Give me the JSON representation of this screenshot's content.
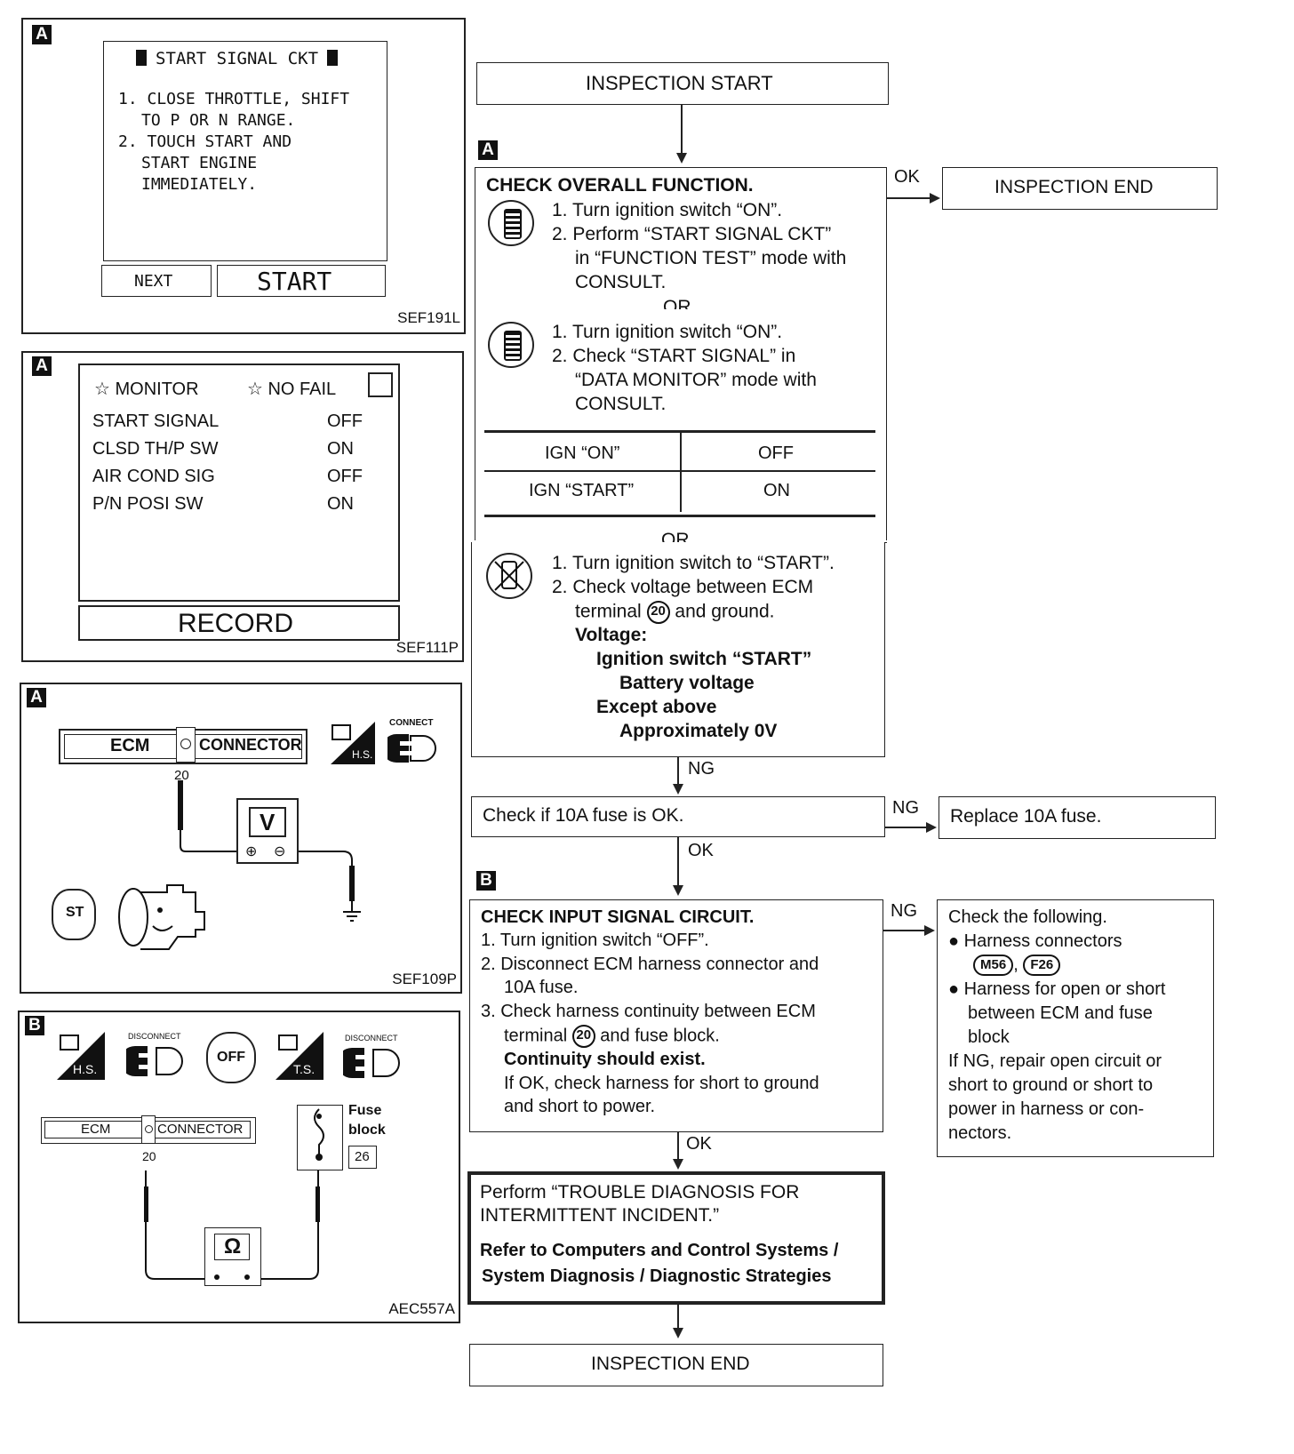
{
  "left_panels": {
    "p1": {
      "tag": "A",
      "screen_title": "START SIGNAL CKT",
      "steps": [
        "1.  CLOSE THROTTLE, SHIFT",
        "TO P OR N RANGE.",
        "2.  TOUCH START AND",
        "START ENGINE",
        "IMMEDIATELY."
      ],
      "btn_next": "NEXT",
      "btn_start": "START",
      "ref": "SEF191L"
    },
    "p2": {
      "tag": "A",
      "hdr_monitor": "☆ MONITOR",
      "hdr_nofail": "☆ NO  FAIL",
      "rows": [
        {
          "name": "START SIGNAL",
          "value": "OFF"
        },
        {
          "name": "CLSD TH/P SW",
          "value": "ON"
        },
        {
          "name": "AIR COND SIG",
          "value": "OFF"
        },
        {
          "name": "P/N POSI SW",
          "value": "ON"
        }
      ],
      "btn_record": "RECORD",
      "ref": "SEF111P"
    },
    "p3": {
      "tag": "A",
      "ecm": "ECM",
      "connector": "CONNECTOR",
      "pin": "20",
      "hs": "H.S.",
      "connect": "CONNECT",
      "meter": "V",
      "st": "ST",
      "ref": "SEF109P"
    },
    "p4": {
      "tag": "B",
      "hs": "H.S.",
      "disconnect1": "DISCONNECT",
      "off": "OFF",
      "ts": "T.S.",
      "disconnect2": "DISCONNECT",
      "ecm": "ECM",
      "connector": "CONNECTOR",
      "pin": "20",
      "fuse_line1": "Fuse",
      "fuse_line2": "block",
      "fuse_num": "26",
      "meter": "Ω",
      "ref": "AEC557A"
    }
  },
  "flow": {
    "start": "INSPECTION START",
    "tag_a": "A",
    "tag_b": "B",
    "ok1": "OK",
    "end1": "INSPECTION END",
    "check_title": "CHECK OVERALL FUNCTION.",
    "m1": [
      "1. Turn ignition switch “ON”.",
      "2. Perform “START SIGNAL CKT”",
      "in “FUNCTION TEST” mode with",
      "CONSULT."
    ],
    "or1": "OR",
    "m2": [
      "1. Turn ignition switch “ON”.",
      "2. Check “START SIGNAL” in",
      "“DATA MONITOR” mode with",
      "CONSULT."
    ],
    "table": [
      {
        "cond": "IGN “ON”",
        "val": "OFF"
      },
      {
        "cond": "IGN “START”",
        "val": "ON"
      }
    ],
    "or2": "OR",
    "m3_l1": "1. Turn ignition switch to “START”.",
    "m3_l2": "2. Check voltage between ECM",
    "m3_l3a": "terminal",
    "m3_l3_pin": "20",
    "m3_l3b": "and ground.",
    "m3_voltage": "Voltage:",
    "m3_ign": "Ignition switch “START”",
    "m3_batt": "Battery voltage",
    "m3_except": "Except above",
    "m3_approx": "Approximately 0V",
    "ng1": "NG",
    "fuse_check": "Check if 10A fuse is OK.",
    "ng2": "NG",
    "replace": "Replace 10A fuse.",
    "ok2": "OK",
    "input_title": "CHECK INPUT SIGNAL CIRCUIT.",
    "in1": "1. Turn ignition switch “OFF”.",
    "in2a": "2. Disconnect ECM harness connector and",
    "in2b": "10A fuse.",
    "in3a": "3. Check harness continuity between ECM",
    "in3b_a": "terminal",
    "in3b_pin": "20",
    "in3b_b": "and fuse block.",
    "in_cont": "Continuity should exist.",
    "in_ok1": "If OK, check harness for short to ground",
    "in_ok2": "and short to power.",
    "ng3": "NG",
    "cf_title": "Check the following.",
    "cf_b1": "● Harness connectors",
    "cf_m56": "M56",
    "cf_comma": ",",
    "cf_f26": "F26",
    "cf_b2a": "● Harness for open or short",
    "cf_b2b": "between ECM and fuse",
    "cf_b2c": "block",
    "cf_ng1": "If NG, repair open circuit or",
    "cf_ng2": "short to ground or short to",
    "cf_ng3": "power in harness or con-",
    "cf_ng4": "nectors.",
    "ok3": "OK",
    "perform1": "Perform “TROUBLE DIAGNOSIS FOR",
    "perform2": "INTERMITTENT INCIDENT.”",
    "refer1": "Refer to Computers and Control Systems /",
    "refer2": "System Diagnosis / Diagnostic Strategies",
    "end2": "INSPECTION END"
  }
}
